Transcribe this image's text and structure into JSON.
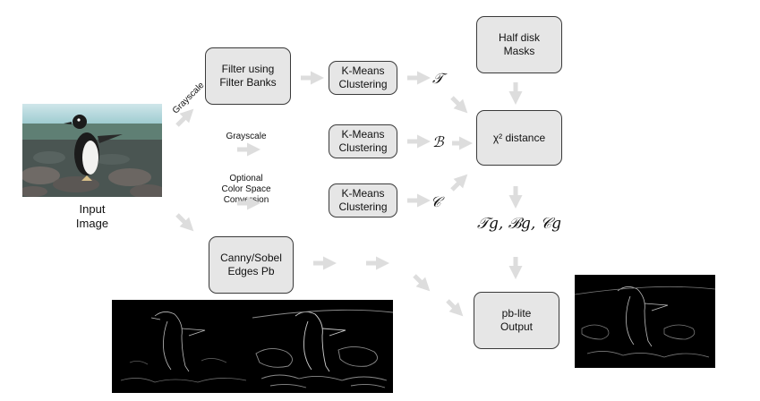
{
  "input": {
    "label": "Input\nImage"
  },
  "labels": {
    "grayscale_rotated": "Grayscale",
    "grayscale": "Grayscale",
    "optional": "Optional\nColor Space\nConversion"
  },
  "boxes": {
    "filter_banks": "Filter using\nFilter Banks",
    "kmeans_1": "K-Means\nClustering",
    "kmeans_2": "K-Means\nClustering",
    "kmeans_3": "K-Means\nClustering",
    "half_disk": "Half disk\nMasks",
    "chi_distance": "χ² distance",
    "canny_sobel": "Canny/Sobel\nEdges Pb",
    "pb_lite": "pb-lite\nOutput"
  },
  "symbols": {
    "texture": "𝒯",
    "brightness": "ℬ",
    "color": "𝒞",
    "gradients": "𝒯g, ℬg, 𝒞g"
  },
  "colors": {
    "box_fill": "#e6e6e6",
    "box_border": "#3a3a3a",
    "arrow": "#dddddd"
  }
}
